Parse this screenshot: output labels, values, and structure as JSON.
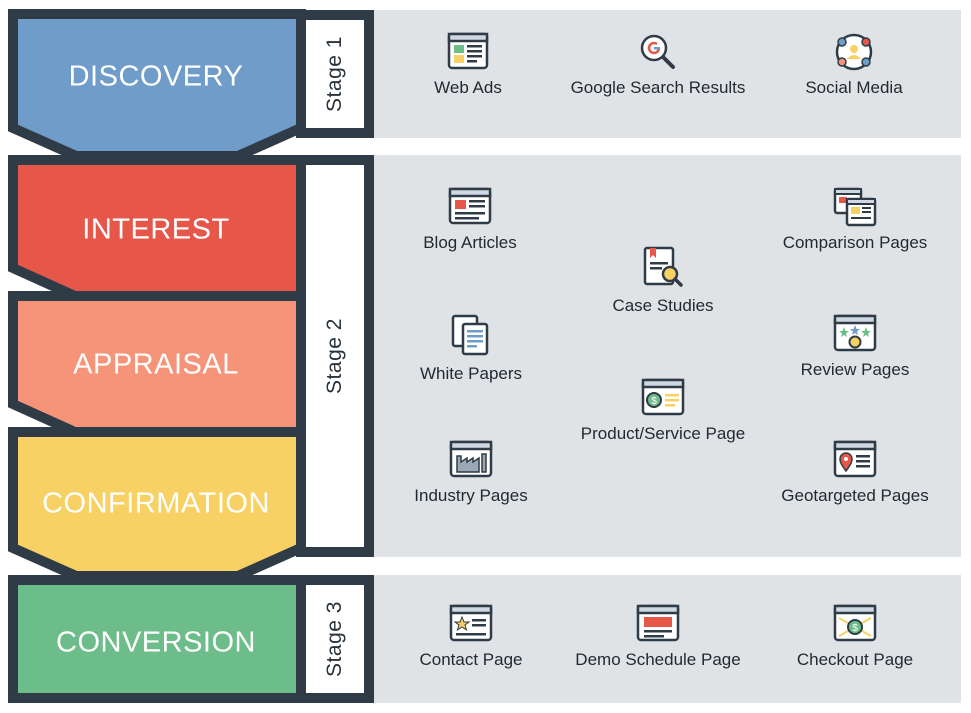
{
  "funnel": {
    "discovery": "DISCOVERY",
    "interest": "INTEREST",
    "appraisal": "APPRAISAL",
    "confirmation": "CONFIRMATION",
    "conversion": "CONVERSION"
  },
  "stages": {
    "stage1": "Stage 1",
    "stage2": "Stage 2",
    "stage3": "Stage 3"
  },
  "stage1_items": {
    "web_ads": "Web Ads",
    "google_search": "Google Search Results",
    "social_media": "Social Media"
  },
  "stage2_items": {
    "blog_articles": "Blog Articles",
    "comparison_pages": "Comparison Pages",
    "case_studies": "Case Studies",
    "white_papers": "White Papers",
    "review_pages": "Review Pages",
    "product_service_page": "Product/Service Page",
    "industry_pages": "Industry Pages",
    "geotargeted_pages": "Geotargeted Pages"
  },
  "stage3_items": {
    "contact_page": "Contact Page",
    "demo_schedule_page": "Demo Schedule Page",
    "checkout_page": "Checkout Page"
  },
  "colors": {
    "discovery": "#6f9cc8",
    "interest": "#e6574a",
    "appraisal": "#f59478",
    "confirmation": "#f7d164",
    "conversion": "#6dbd8a",
    "frame": "#2f3c48",
    "panel": "#dfe3e6"
  }
}
